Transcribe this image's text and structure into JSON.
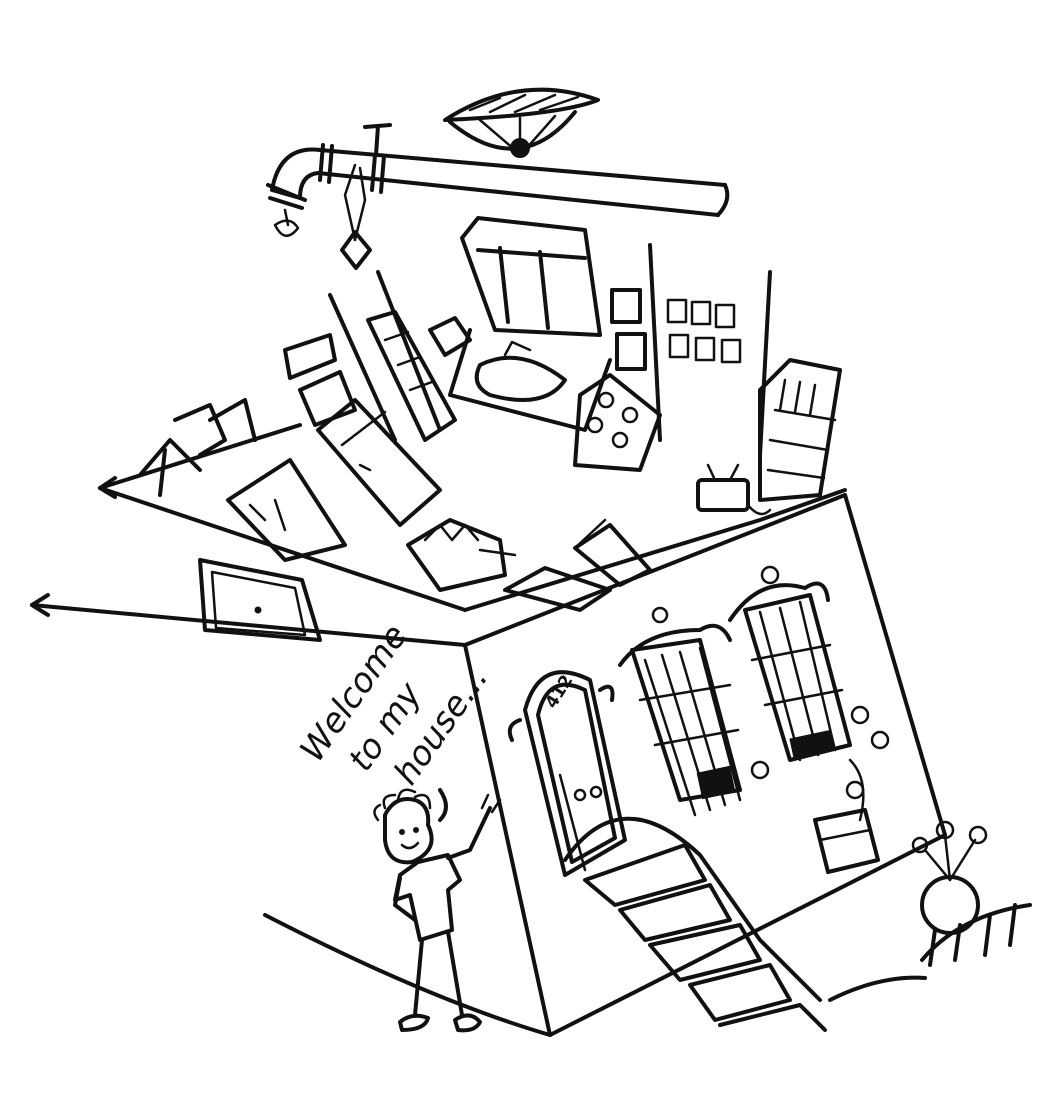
{
  "drawing": {
    "speech_lines": [
      "Welcome",
      "to my",
      "house..."
    ],
    "house_number": "412"
  },
  "palette": {
    "ink": "#111111",
    "paper": "#ffffff"
  }
}
